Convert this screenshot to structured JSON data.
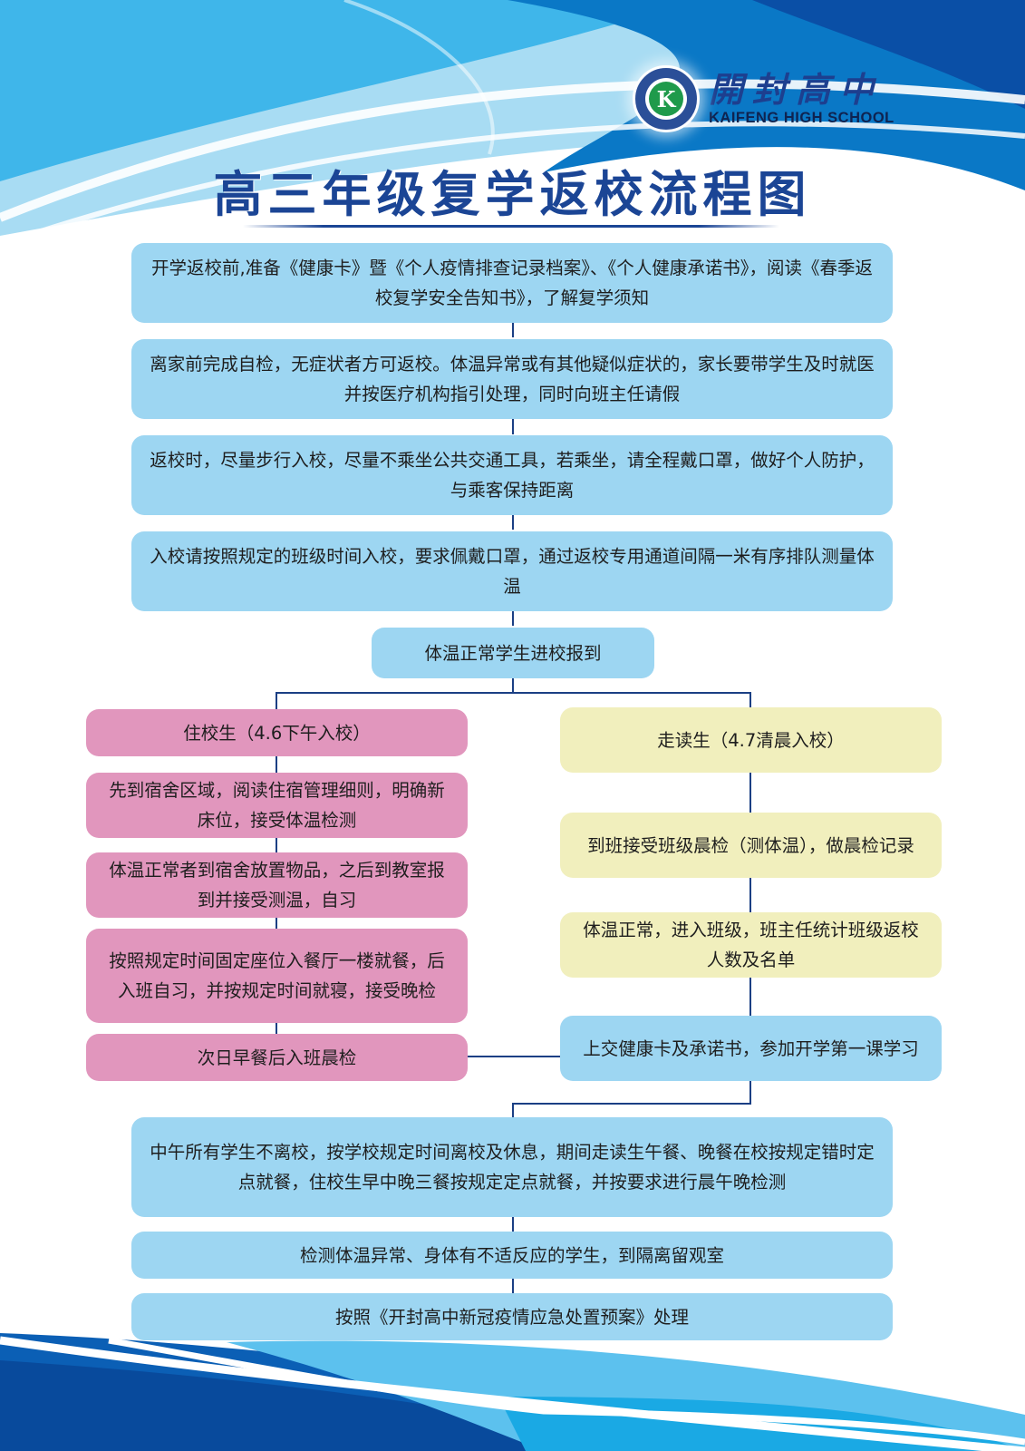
{
  "header": {
    "logo": {
      "emblem_letter": "K",
      "name_cn": "開封高中",
      "name_en": "KAIFENG HIGH SCHOOL"
    },
    "title": "高三年级复学返校流程图"
  },
  "flow": {
    "main_steps": [
      "开学返校前,准备《健康卡》暨《个人疫情排查记录档案》、《个人健康承诺书》，阅读《春季返校复学安全告知书》，了解复学须知",
      "离家前完成自检，无症状者方可返校。体温异常或有其他疑似症状的，家长要带学生及时就医并按医疗机构指引处理，同时向班主任请假",
      "返校时，尽量步行入校，尽量不乘坐公共交通工具，若乘坐，请全程戴口罩，做好个人防护，与乘客保持距离",
      "入校请按照规定的班级时间入校，要求佩戴口罩，通过返校专用通道间隔一米有序排队测量体温",
      "体温正常学生进校报到"
    ],
    "boarding": {
      "header": "住校生（4.6下午入校）",
      "steps": [
        "先到宿舍区域，阅读住宿管理细则，明确新床位，接受体温检测",
        "体温正常者到宿舍放置物品，之后到教室报到并接受测温，自习",
        "按照规定时间固定座位入餐厅一楼就餐，后入班自习，并按规定时间就寝，接受晚检",
        "次日早餐后入班晨检"
      ]
    },
    "day": {
      "header": "走读生（4.7清晨入校）",
      "steps": [
        "到班接受班级晨检（测体温），做晨检记录",
        "体温正常，进入班级，班主任统计班级返校人数及名单"
      ]
    },
    "merge_step": "上交健康卡及承诺书，参加开学第一课学习",
    "final_steps": [
      "中午所有学生不离校，按学校规定时间离校及休息，期间走读生午餐、晚餐在校按规定错时定点就餐，住校生早中晚三餐按规定定点就餐，并按要求进行晨午晚检测",
      "检测体温异常、身体有不适反应的学生，到隔离留观室",
      "按照《开封高中新冠疫情应急处置预案》处理"
    ]
  },
  "colors": {
    "blue_box": "#9dd6f2",
    "pink_box": "#e196bd",
    "yellow_box": "#f1efbd",
    "connector": "#1b3f84",
    "title": "#1b4595"
  }
}
